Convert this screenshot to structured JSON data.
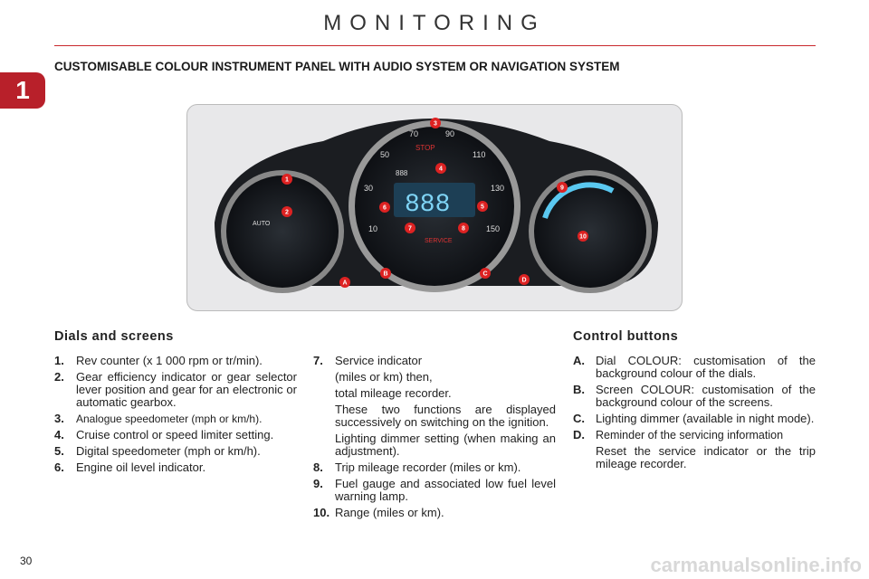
{
  "header": {
    "title": "MONITORING",
    "chapter": "1"
  },
  "heading": "CUSTOMISABLE COLOUR INSTRUMENT PANEL WITH AUDIO SYSTEM OR NAVIGATION SYSTEM",
  "figure": {
    "markers": [
      "1",
      "2",
      "3",
      "4",
      "5",
      "6",
      "7",
      "8",
      "9",
      "10",
      "A",
      "B",
      "C",
      "D"
    ],
    "display_text": [
      "STOP",
      "SERVICE",
      "888",
      "AUTO"
    ],
    "speed_ticks": [
      "10",
      "30",
      "50",
      "70",
      "90",
      "110",
      "130",
      "150"
    ]
  },
  "dials": {
    "title": "Dials and screens",
    "items": [
      {
        "num": "1.",
        "text": "Rev counter (x 1 000 rpm or tr/min)."
      },
      {
        "num": "2.",
        "text": "Gear efficiency indicator or gear selector lever position and gear for an electronic or automatic gearbox."
      },
      {
        "num": "3.",
        "text": "Analogue speedometer (mph or km/h)."
      },
      {
        "num": "4.",
        "text": "Cruise control or speed limiter setting."
      },
      {
        "num": "5.",
        "text": "Digital speedometer (mph or km/h)."
      },
      {
        "num": "6.",
        "text": "Engine oil level indicator."
      }
    ]
  },
  "dials2": {
    "items": [
      {
        "num": "7.",
        "text": "Service indicator",
        "subs": [
          "(miles or km) then,",
          "total mileage recorder.",
          "These two functions are displayed successively on switching on the ignition.",
          "Lighting dimmer setting (when making an adjustment)."
        ]
      },
      {
        "num": "8.",
        "text": "Trip mileage recorder (miles or km)."
      },
      {
        "num": "9.",
        "text": "Fuel gauge and associated low fuel level warning lamp."
      },
      {
        "num": "10.",
        "text": "Range (miles or km)."
      }
    ]
  },
  "controls": {
    "title": "Control buttons",
    "items": [
      {
        "num": "A.",
        "text": "Dial COLOUR: customisation of the background colour of the dials."
      },
      {
        "num": "B.",
        "text": "Screen COLOUR: customisation of the background colour of the screens."
      },
      {
        "num": "C.",
        "text": "Lighting dimmer (available in night mode)."
      },
      {
        "num": "D.",
        "text": "Reminder of the servicing information",
        "subs": [
          "Reset the service indicator or the trip mileage recorder."
        ]
      }
    ]
  },
  "page_number": "30",
  "watermark": "carmanualsonline.info"
}
